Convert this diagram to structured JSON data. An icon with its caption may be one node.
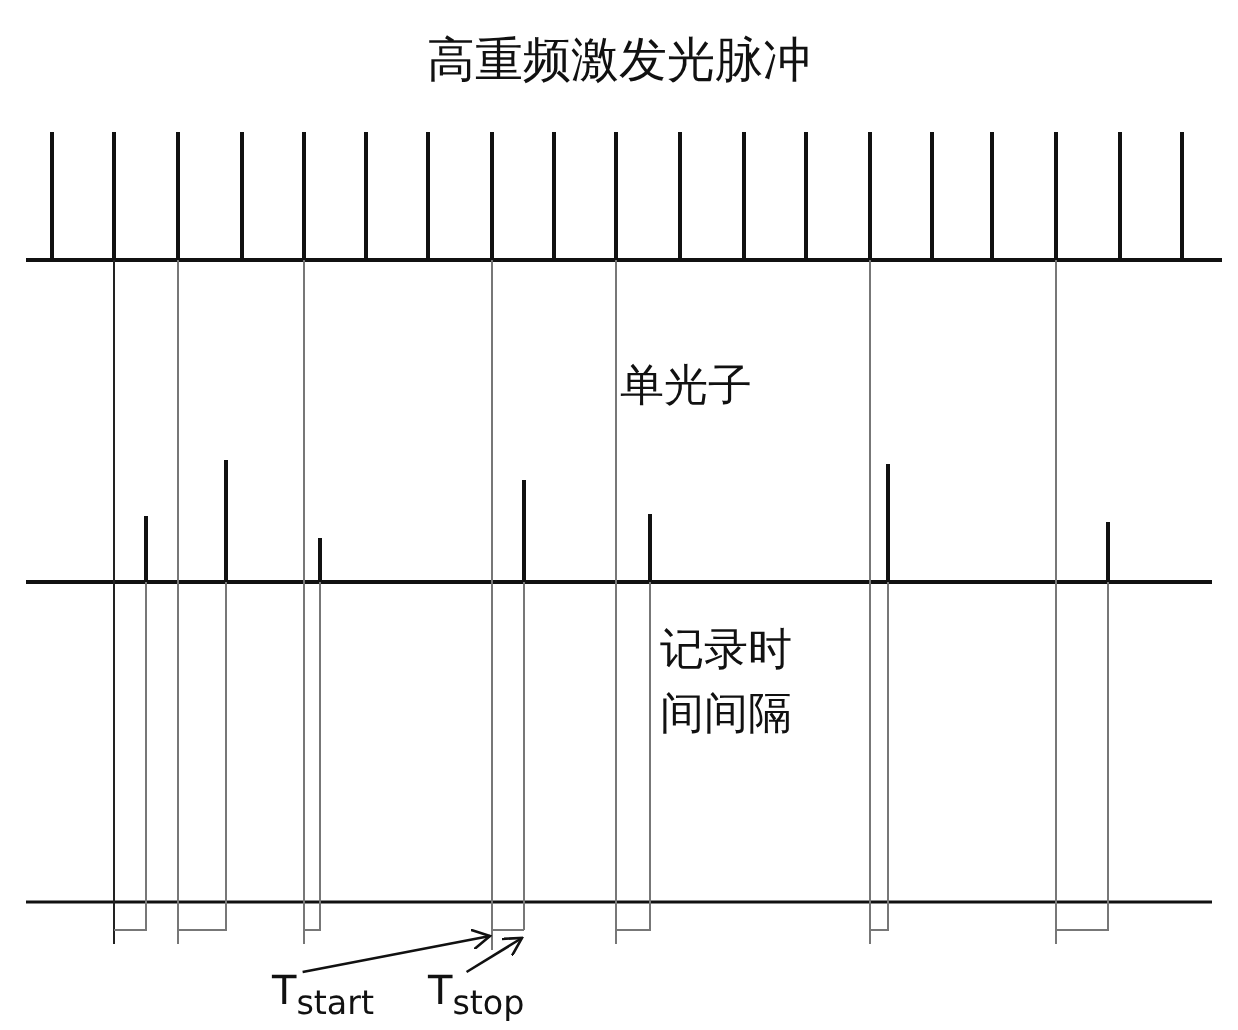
{
  "diagram": {
    "title": "高重频激发光脉冲",
    "nodes": [
      {
        "text": [
          "T$_{start}$"
        ]
      },
      {
        "text": [
          "T$_{stop}$"
        ]
      },
      {
        "text": [],
        "shape": "bar"
      },
      {
        "text": [],
        "shape": "bar"
      }
    ],
    "edges": [
      {
        "from": 0,
        "to": 2,
        "arrow": "to"
      },
      {
        "from": 1,
        "to": 3,
        "arrow": "to"
      }
    ],
    "labels": [
      "单光子",
      "记录时间间隔"
    ]
  }
}
